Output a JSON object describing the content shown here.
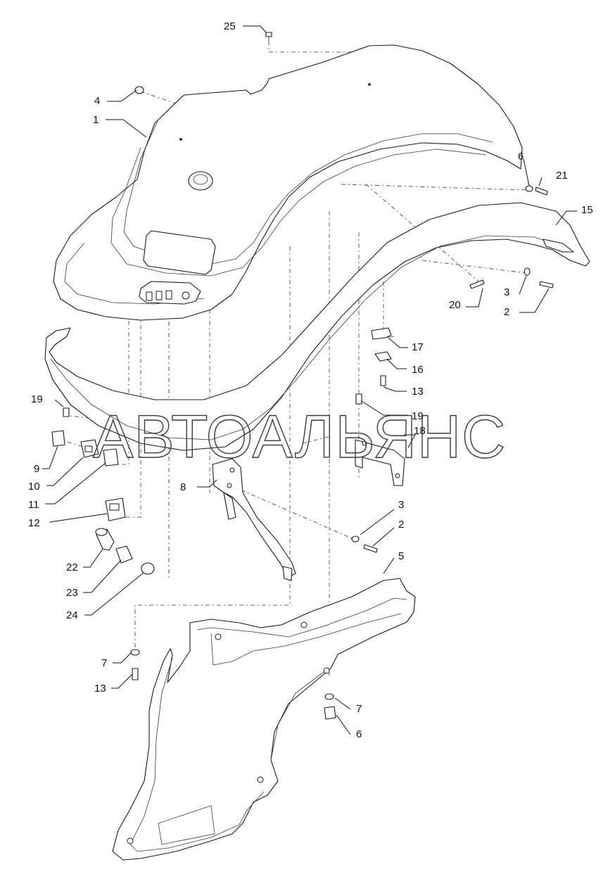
{
  "watermark": "АВТОАЛЬЯНС",
  "callouts": {
    "c1": "1",
    "c2a": "2",
    "c2b": "2",
    "c3a": "3",
    "c3b": "3",
    "c4": "4",
    "c5": "5",
    "c6a": "6",
    "c6b": "6",
    "c7a": "7",
    "c7b": "7",
    "c8": "8",
    "c9": "9",
    "c10": "10",
    "c11": "11",
    "c12": "12",
    "c13a": "13",
    "c13b": "13",
    "c15": "15",
    "c16": "16",
    "c17": "17",
    "c18": "18",
    "c19a": "19",
    "c19b": "19",
    "c20": "20",
    "c21": "21",
    "c22": "22",
    "c23": "23",
    "c24": "24",
    "c25": "25"
  }
}
